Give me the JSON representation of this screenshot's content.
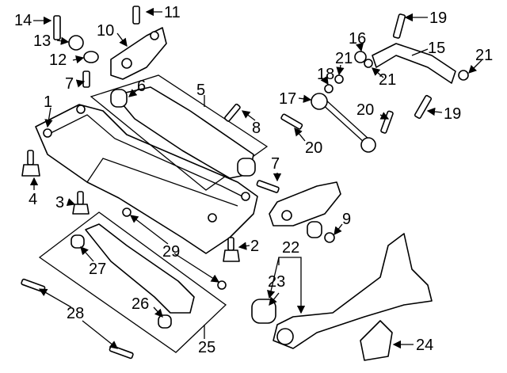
{
  "diagram": {
    "callouts": [
      "14",
      "11",
      "10",
      "13",
      "12",
      "7",
      "6",
      "5",
      "1",
      "8",
      "19",
      "16",
      "15",
      "21",
      "21",
      "21",
      "18",
      "17",
      "20",
      "19",
      "20",
      "4",
      "3",
      "7",
      "9",
      "2",
      "29",
      "27",
      "22",
      "23",
      "26",
      "28",
      "25",
      "24"
    ],
    "colors": {
      "line": "#000000",
      "background": "#ffffff"
    }
  }
}
